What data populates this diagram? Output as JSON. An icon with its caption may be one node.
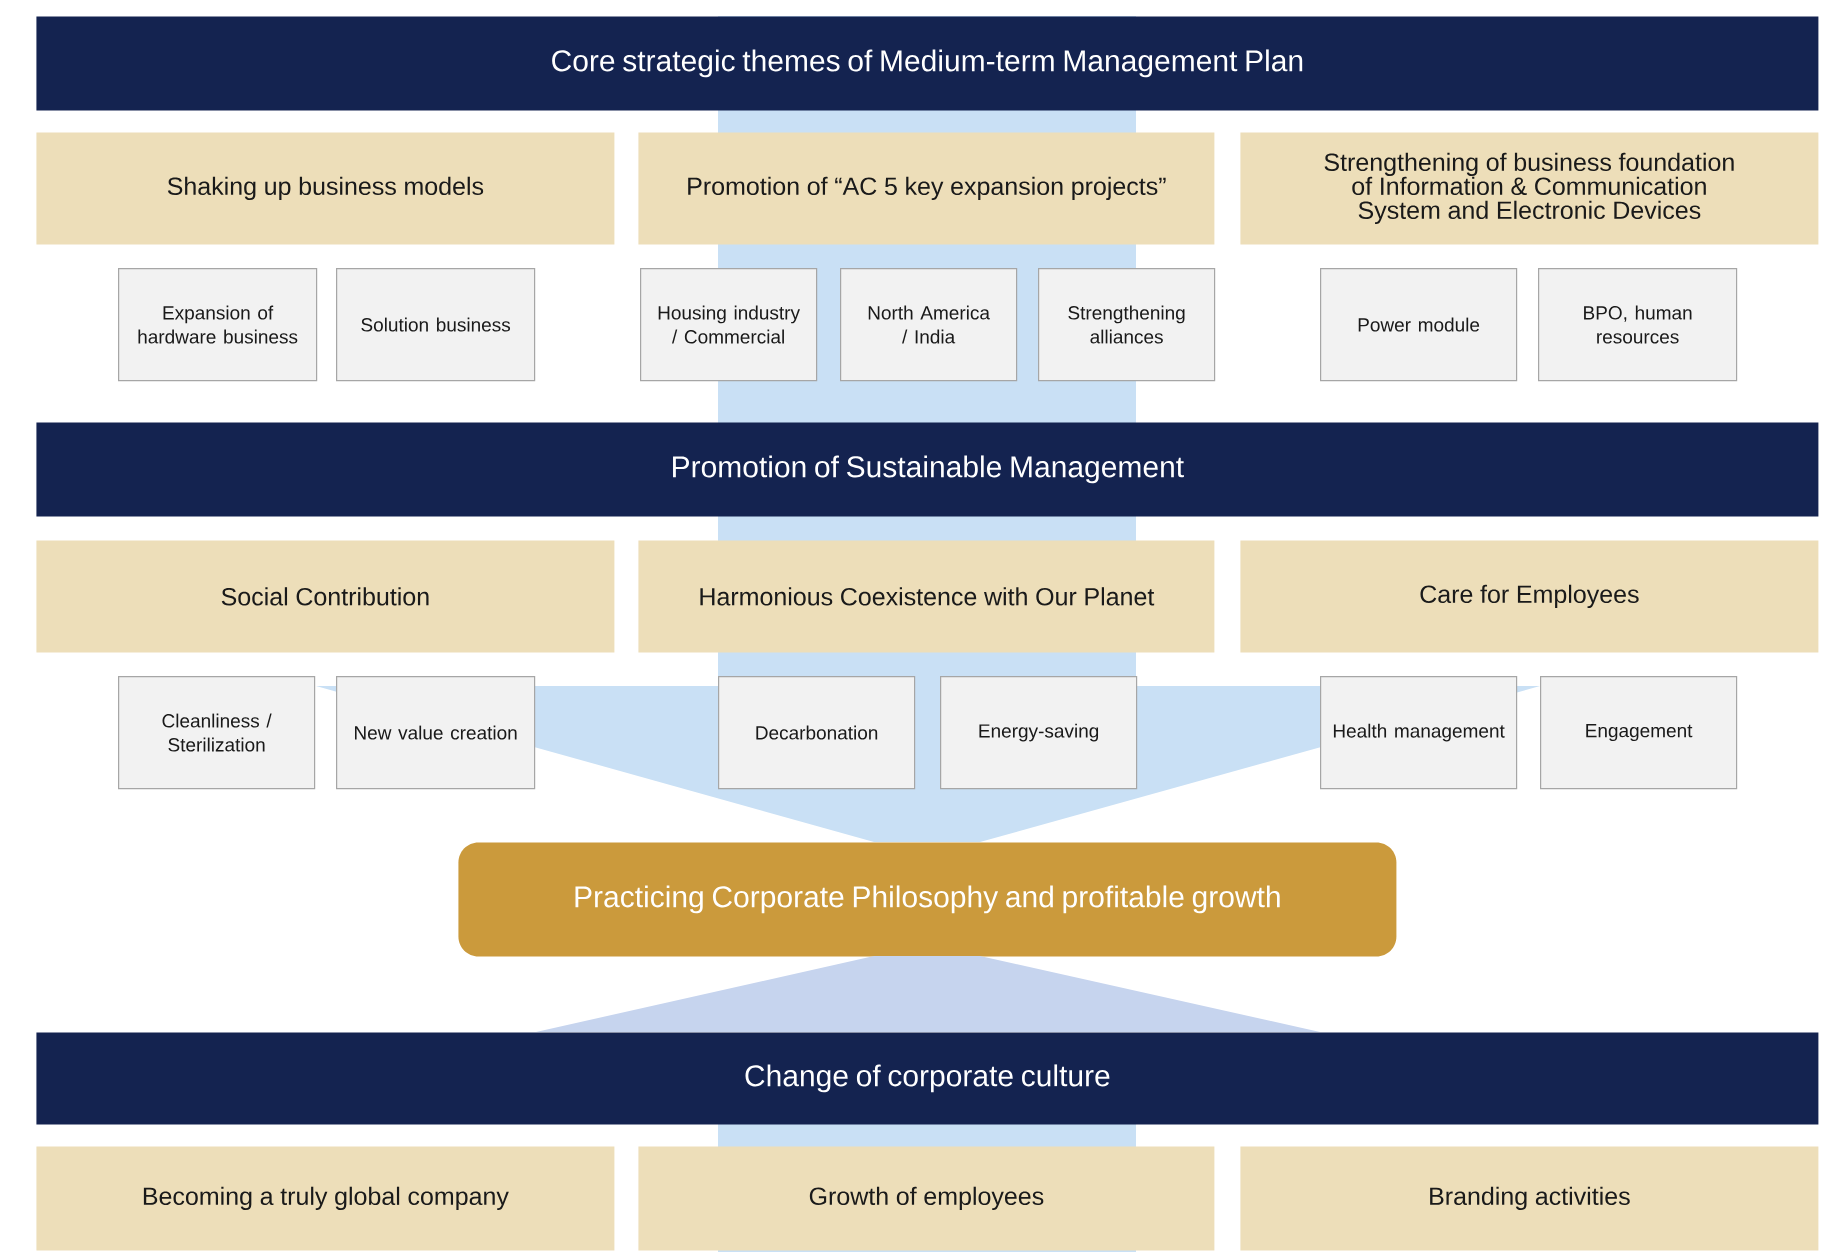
{
  "diagram": {
    "nodes": [
      {
        "text": [
          "Core strategic themes of Medium-term Management Plan"
        ]
      },
      {
        "text": [
          "Shaking up business models"
        ]
      },
      {
        "text": [
          "Promotion of “AC 5 key expansion projects”"
        ]
      },
      {
        "text": [
          "Strengthening of business foundation of Information & Communication System and Electronic Devices"
        ]
      },
      {
        "text": [
          "Expansion of hardware business"
        ]
      },
      {
        "text": [
          "Solution business"
        ]
      },
      {
        "text": [
          "Housing industry / Commercial"
        ]
      },
      {
        "text": [
          "North America / India"
        ]
      },
      {
        "text": [
          "Strengthening alliances"
        ]
      },
      {
        "text": [
          "Power module"
        ]
      },
      {
        "text": [
          "BPO, human resources"
        ]
      },
      {
        "text": [
          "Promotion of Sustainable Management"
        ]
      },
      {
        "text": [
          "Social Contribution"
        ]
      },
      {
        "text": [
          "Harmonious Coexistence with Our Planet"
        ]
      },
      {
        "text": [
          "Care for Employees"
        ]
      },
      {
        "text": [
          "Cleanliness / Sterilization"
        ]
      },
      {
        "text": [
          "New value creation"
        ]
      },
      {
        "text": [
          "Decarbonation"
        ]
      },
      {
        "text": [
          "Energy-saving"
        ]
      },
      {
        "text": [
          "Health management"
        ]
      },
      {
        "text": [
          "Engagement"
        ]
      },
      {
        "text": [
          "Practicing Corporate Philosophy and profitable growth"
        ]
      },
      {
        "text": [
          "Change of corporate culture"
        ]
      },
      {
        "text": [
          "Becoming a truly global company"
        ]
      },
      {
        "text": [
          "Growth of employees"
        ]
      },
      {
        "text": [
          "Branding activities"
        ]
      },
      {
        "text": [],
        "shape": "trapezoid"
      }
    ]
  }
}
